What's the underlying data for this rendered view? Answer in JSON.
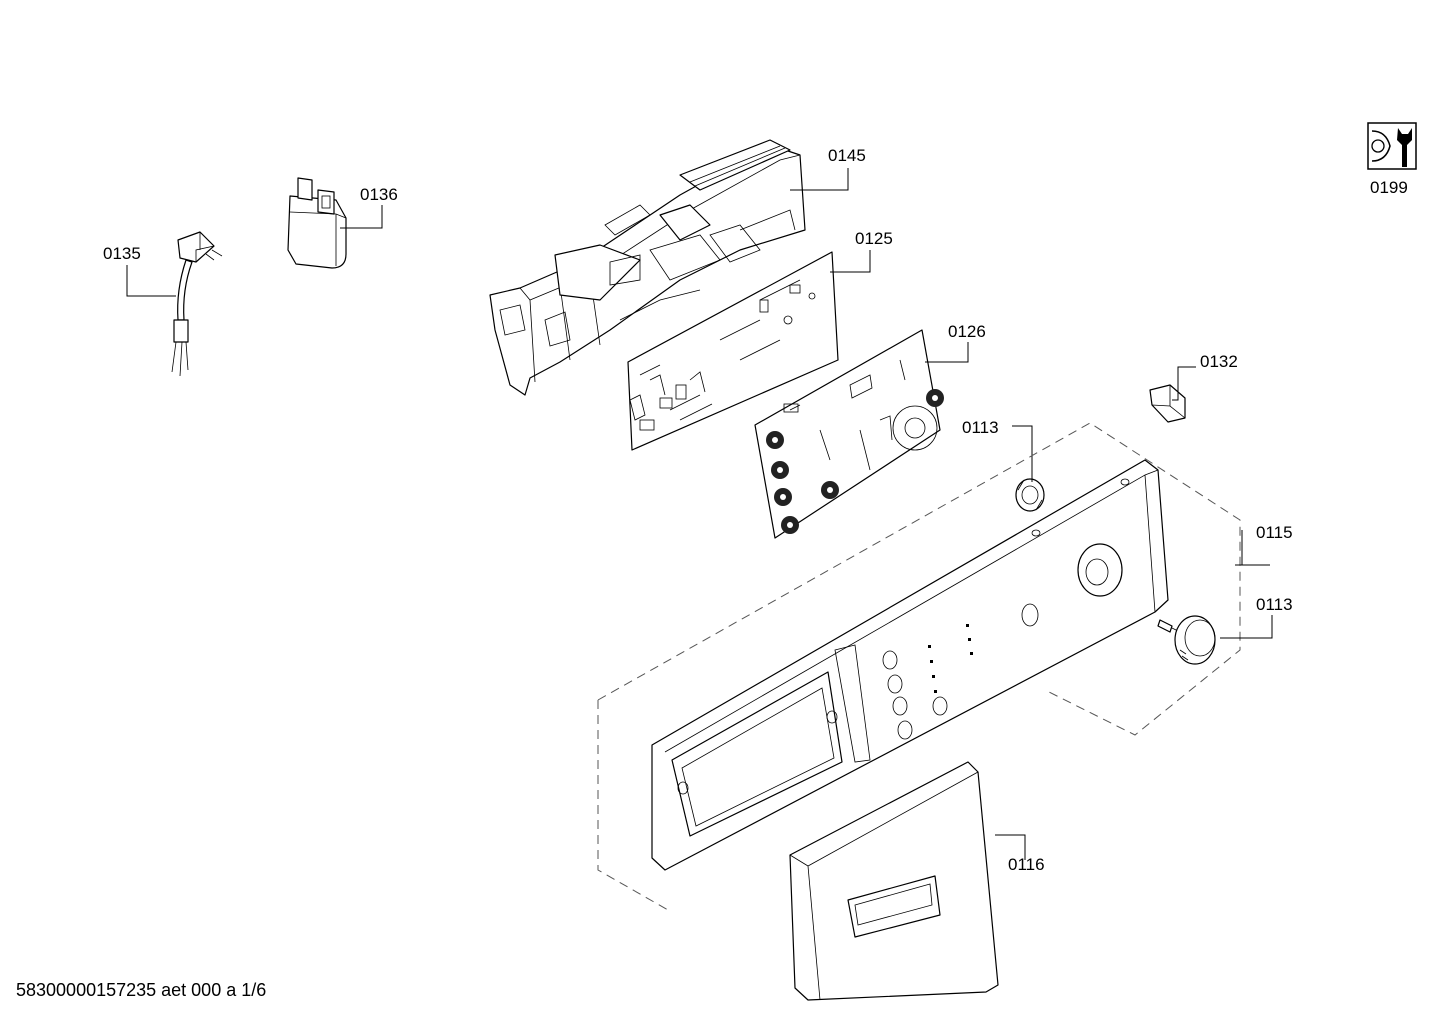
{
  "parts": {
    "p0145": "0145",
    "p0136": "0136",
    "p0135": "0135",
    "p0125": "0125",
    "p0126": "0126",
    "p0132": "0132",
    "p0113_top": "0113",
    "p0115": "0115",
    "p0113_knob": "0113",
    "p0116": "0116",
    "p0199": "0199"
  },
  "footer": "58300000157235 aet 000 a 1/6"
}
